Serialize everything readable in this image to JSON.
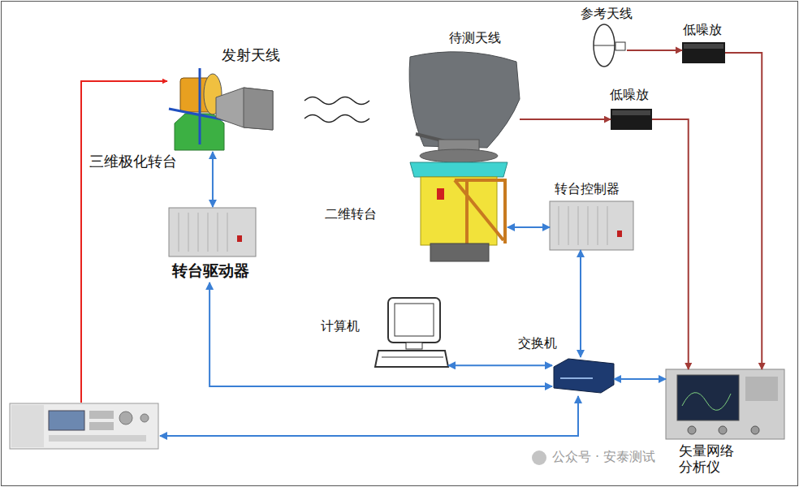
{
  "diagram": {
    "nodes": [
      {
        "text": [
          "发射天线"
        ]
      },
      {
        "text": [
          "三维极化转台"
        ]
      },
      {
        "text": [
          "待测天线"
        ]
      },
      {
        "text": [
          "二维转台"
        ]
      },
      {
        "text": [
          "参考天线"
        ]
      },
      {
        "text": [
          "低噪放"
        ]
      },
      {
        "text": [
          "低噪放"
        ]
      },
      {
        "text": [
          "转台驱动器"
        ]
      },
      {
        "text": [
          "转台控制器"
        ]
      },
      {
        "text": [
          "计算机"
        ]
      },
      {
        "text": [
          "交换机"
        ]
      },
      {
        "text": [
          "矢量网络分析仪"
        ]
      }
    ],
    "edges": [
      {
        "from": 2,
        "to": 6,
        "arrow": "to"
      },
      {
        "from": 4,
        "to": 5,
        "arrow": "to"
      },
      {
        "from": 5,
        "to": 11,
        "arrow": "to"
      },
      {
        "from": 6,
        "to": 11,
        "arrow": "to"
      },
      {
        "from": 1,
        "to": 7,
        "arrow": "both"
      },
      {
        "from": 3,
        "to": 8,
        "arrow": "both"
      },
      {
        "from": 8,
        "to": 10,
        "arrow": "both"
      },
      {
        "from": 9,
        "to": 10,
        "arrow": "both"
      },
      {
        "from": 10,
        "to": 11,
        "arrow": "both"
      },
      {
        "from": 7,
        "to": 10,
        "arrow": "both"
      }
    ],
    "labels": [
      "公众号 · 安泰测试"
    ]
  }
}
